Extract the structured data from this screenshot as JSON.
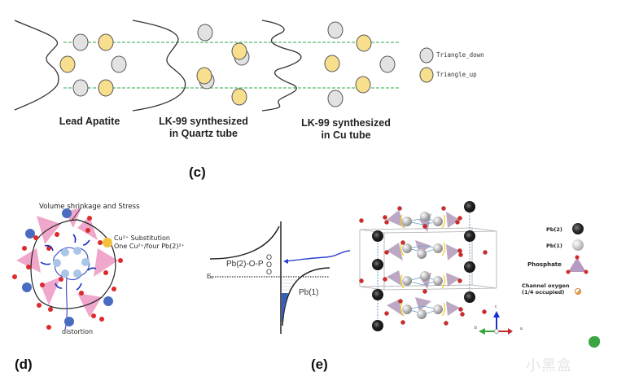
{
  "panel_c": {
    "label": "(c)",
    "captions": {
      "lead_apatite": "Lead Apatite",
      "quartz_line1": "LK-99 synthesized",
      "quartz_line2": "in Quartz tube",
      "cu_line1": "LK-99 synthesized",
      "cu_line2": "in Cu tube"
    },
    "legend": [
      {
        "label": "Triangle_down",
        "color": "#e2e2e2"
      },
      {
        "label": "Triangle_up",
        "color": "#f7df8e"
      }
    ],
    "colors": {
      "guide_line": "#2eaa4a",
      "down": "#e2e2e2",
      "up": "#f7df8e"
    }
  },
  "panel_d": {
    "label": "(d)",
    "top_annotation": "Volume shrinkage and Stress",
    "cu_line1": "Cu²⁺ Substitution",
    "cu_line2": "One Cu²⁺/four Pb(2)²⁺",
    "bottom_annotation": "distortion"
  },
  "panel_band": {
    "fermi_label": "Eₑ",
    "left_label": "Pb(2)-O-P",
    "oxygen_label": "O",
    "right_label": "Pb(1)"
  },
  "panel_e": {
    "label": "(e)",
    "legend": [
      {
        "label": "Pb(2)",
        "kind": "black-sphere"
      },
      {
        "label": "Pb(1)",
        "kind": "grey-sphere"
      },
      {
        "label": "Phosphate",
        "kind": "tetrahedron"
      },
      {
        "label": "Channel oxygen",
        "sublabel": "(1/4 occupied)",
        "kind": "partial-sphere"
      }
    ],
    "axes": {
      "a": "a",
      "b": "b",
      "c": "c"
    }
  },
  "watermark": "小黑盒"
}
